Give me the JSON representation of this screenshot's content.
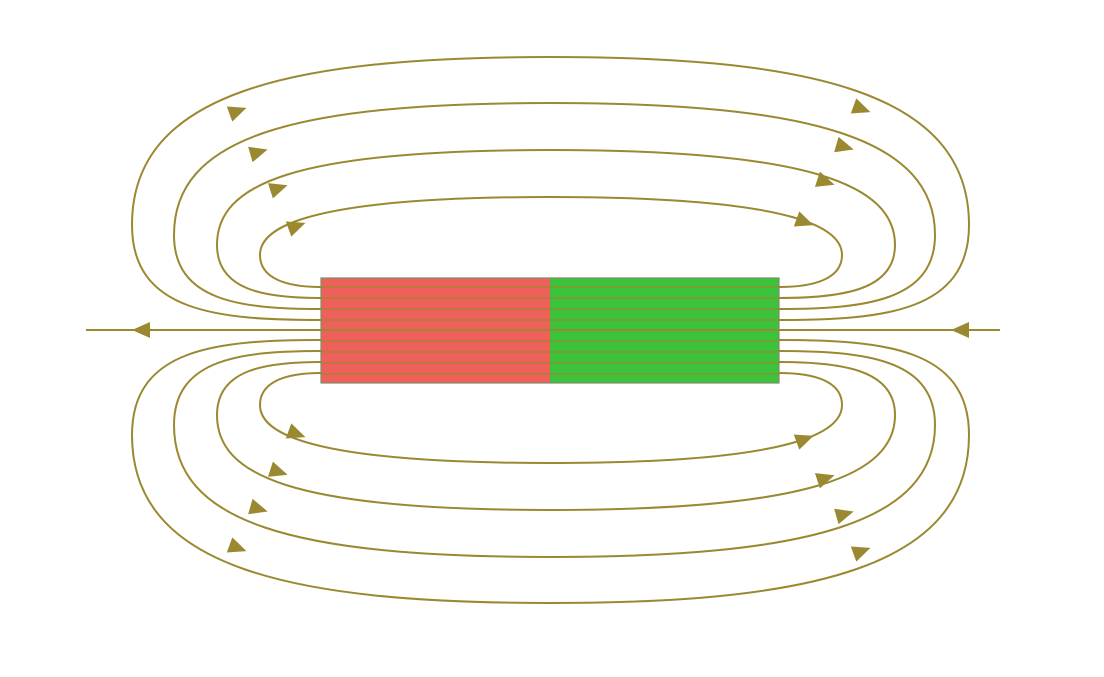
{
  "diagram": {
    "subject": "bar-magnet-field-lines",
    "labels": [],
    "colors": {
      "field_line": "#9a8930",
      "arrow": "#9a8930",
      "pole_left": "#f0605a",
      "pole_right": "#3cc33c",
      "magnet_border": "#7d8c6a",
      "background": "#ffffff"
    },
    "magnet": {
      "poles": [
        "left-pole",
        "right-pole"
      ],
      "inner_line_count": 9
    },
    "field_loops_per_side": 4,
    "axis_arrows": 2
  }
}
